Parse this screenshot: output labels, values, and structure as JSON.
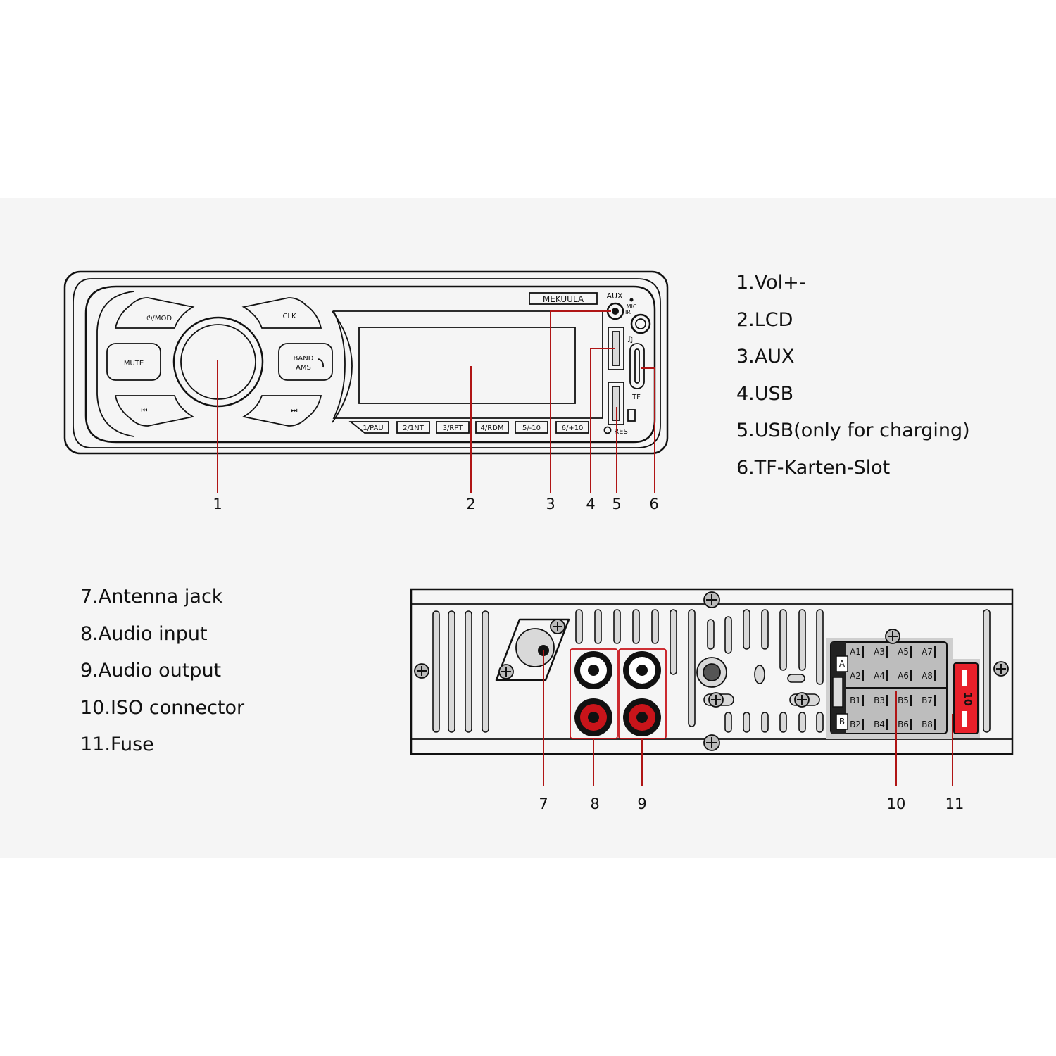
{
  "front_panel": {
    "brand": "MEKUULA",
    "aux_label": "AUX",
    "mic_label": "MIC",
    "ir_label": "IR",
    "tf_label": "TF",
    "res_label": "RES",
    "buttons": {
      "mod": "MOD",
      "clk": "CLK",
      "mute": "MUTE",
      "band": "BAND",
      "ams": "AMS"
    },
    "presets": [
      "1/PAU",
      "2/1NT",
      "3/RPT",
      "4/RDM",
      "5/-10",
      "6/+10"
    ]
  },
  "rear_panel": {
    "connector_a": "A",
    "connector_b": "B",
    "pins_a": [
      "A1",
      "A3",
      "A5",
      "A7",
      "A2",
      "A4",
      "A6",
      "A8"
    ],
    "pins_b": [
      "B1",
      "B3",
      "B5",
      "B7",
      "B2",
      "B4",
      "B6",
      "B8"
    ],
    "fuse_label": "10"
  },
  "callouts_front": [
    "1",
    "2",
    "3",
    "4",
    "5",
    "6"
  ],
  "callouts_rear": [
    "7",
    "8",
    "9",
    "10",
    "11"
  ],
  "legend_front": [
    "1.Vol+-",
    "2.LCD",
    "3.AUX",
    "4.USB",
    "5.USB(only for charging)",
    "6.TF-Karten-Slot"
  ],
  "legend_rear": [
    "7.Antenna jack",
    "8.Audio input",
    "9.Audio output",
    "10.ISO connector",
    "11.Fuse"
  ],
  "colors": {
    "callout_line": "#b01515",
    "rca_red": "#c8141a",
    "fuse_red": "#e8202a",
    "background_band": "#f5f5f5"
  }
}
